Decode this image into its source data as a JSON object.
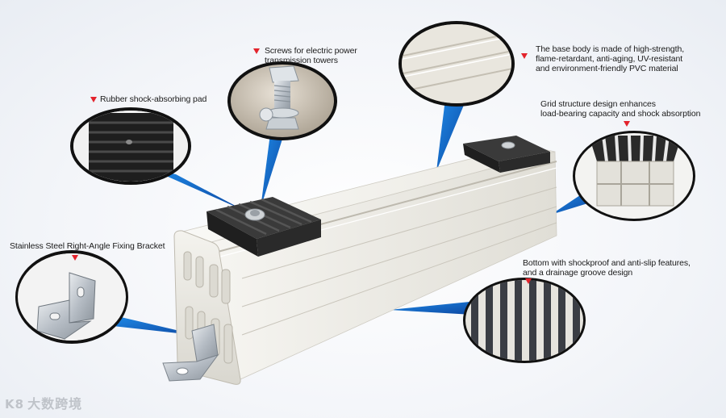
{
  "labels": {
    "screws": [
      "Screws for electric power",
      "transmission towers"
    ],
    "pad": [
      "Rubber shock-absorbing pad"
    ],
    "body": [
      "The base body is made of high-strength,",
      "flame-retardant, anti-aging, UV-resistant",
      "and environment-friendly PVC material"
    ],
    "grid": [
      "Grid structure design enhances",
      "load-bearing capacity and shock absorption"
    ],
    "bracket": [
      "Stainless Steel Right-Angle Fixing Bracket"
    ],
    "bottom": [
      "Bottom with shockproof and anti-slip features,",
      "and a drainage groove design"
    ]
  },
  "watermark": {
    "logo": "K8",
    "text": "大数跨境"
  },
  "colors": {
    "accent_red": "#e3232c",
    "callout_blue": "#1565c0",
    "pvc": "#e8e6df",
    "rubber": "#2a2a2a"
  },
  "icons": [
    "red-triangle-marker-icon",
    "callout-pointer-icon"
  ]
}
